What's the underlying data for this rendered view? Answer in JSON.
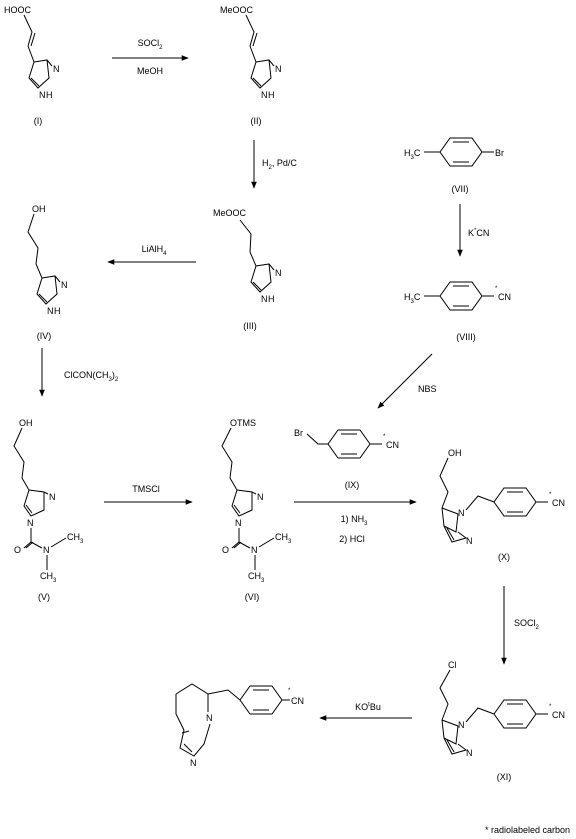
{
  "compounds": {
    "I": {
      "label": "(I)",
      "substituent": "HOOC",
      "nh": "N",
      "h": "H",
      "n": "N"
    },
    "II": {
      "label": "(II)",
      "substituent": "MeOOC",
      "nh": "N",
      "h": "H",
      "n": "N"
    },
    "III": {
      "label": "(III)",
      "substituent": "MeOOC",
      "nh": "N",
      "h": "H",
      "n": "N"
    },
    "IV": {
      "label": "(IV)",
      "substituent": "OH",
      "nh": "N",
      "h": "H",
      "n": "N"
    },
    "V": {
      "label": "(V)",
      "substituent": "OH",
      "n1": "N",
      "n3": "N",
      "o": "O",
      "namide": "N",
      "ch3a": "CH",
      "ch3b": "CH",
      "sub3": "3"
    },
    "VI": {
      "label": "(VI)",
      "substituent": "OTMS",
      "n1": "N",
      "n3": "N",
      "o": "O",
      "namide": "N",
      "ch3a": "CH",
      "ch3b": "CH",
      "sub3": "3"
    },
    "VII": {
      "label": "(VII)",
      "h3c": "H",
      "sub3": "3",
      "c": "C",
      "br": "Br"
    },
    "VIII": {
      "label": "(VIII)",
      "h3c": "H",
      "sub3": "3",
      "c": "C",
      "star": "*",
      "cn": "CN"
    },
    "IX": {
      "label": "(IX)",
      "br": "Br",
      "star": "*",
      "cn": "CN"
    },
    "X": {
      "label": "(X)",
      "substituent": "OH",
      "n1": "N",
      "n3": "N",
      "star": "*",
      "cn": "CN"
    },
    "XI": {
      "label": "(XI)",
      "substituent": "Cl",
      "n1": "N",
      "n3": "N",
      "star": "*",
      "cn": "CN"
    },
    "product": {
      "n1": "N",
      "n3": "N",
      "star": "*",
      "cn": "CN"
    }
  },
  "reagents": {
    "r1_top": "SOCl",
    "r1_sub": "2",
    "r1_bottom": "MeOH",
    "r2": "H",
    "r2_sub": "2",
    "r2_rest": ", Pd/C",
    "r3": "LiAlH",
    "r3_sub": "4",
    "r4_main": "K",
    "r4_sup": "*",
    "r4_rest": "CN",
    "r5": "ClCON(CH",
    "r5_sub": "3",
    "r5_close": ")",
    "r5_sub2": "2",
    "r6": "NBS",
    "r7": "TMSCl",
    "r8_a": "1) NH",
    "r8_a_sub": "3",
    "r8_b": "2) HCl",
    "r9": "SOCl",
    "r9_sub": "2",
    "r10": "KO",
    "r10_sup": "t",
    "r10_rest": "Bu"
  },
  "footnote": "* radiolabeled carbon"
}
